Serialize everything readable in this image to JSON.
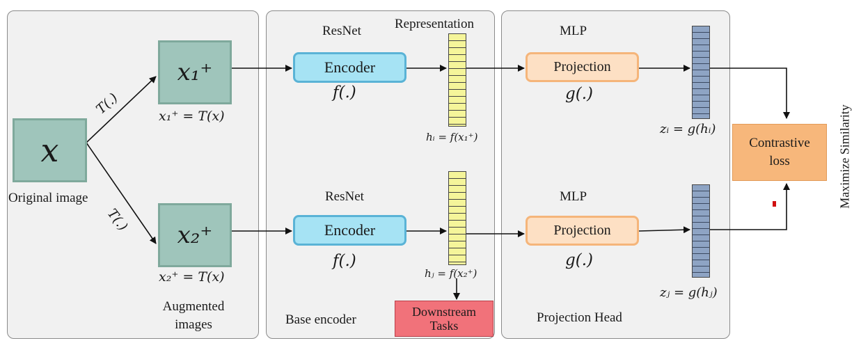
{
  "panels": {
    "input": {},
    "base_encoder": {
      "caption": "Base encoder"
    },
    "projection_head": {
      "caption": "Projection Head"
    }
  },
  "input": {
    "symbol": "x",
    "label": "Original image",
    "transform_top": "T(.)",
    "transform_bottom": "T(.)"
  },
  "augmented": {
    "top_symbol": "x₁⁺",
    "top_eq": "x₁⁺ = T(x)",
    "bottom_symbol": "x₂⁺",
    "bottom_eq": "x₂⁺ = T(x)",
    "caption_line1": "Augmented",
    "caption_line2": "images"
  },
  "encoder_top": {
    "title": "ResNet",
    "label": "Encoder",
    "func": "f(.)",
    "representation_title": "Representation",
    "rep_eq": "hᵢ = f(x₁⁺)"
  },
  "encoder_bottom": {
    "title": "ResNet",
    "label": "Encoder",
    "func": "f(.)",
    "rep_eq": "hⱼ = f(x₂⁺)"
  },
  "downstream": {
    "line1": "Downstream",
    "line2": "Tasks"
  },
  "projection_top": {
    "title": "MLP",
    "label": "Projection",
    "func": "g(.)",
    "z_eq": "zᵢ = g(hᵢ)"
  },
  "projection_bottom": {
    "title": "MLP",
    "label": "Projection",
    "func": "g(.)",
    "z_eq": "zⱼ = g(hⱼ)"
  },
  "loss": {
    "line1": "Contrastive",
    "line2": "loss"
  },
  "side_label": "Maximize Similarity",
  "colors": {
    "panel_bg": "#f1f1f1",
    "augment_fill": "#9fc5bb",
    "encoder_fill": "#a6e3f4",
    "projection_fill": "#fde0c4",
    "loss_fill": "#f7b77b",
    "downstream_fill": "#f1727a",
    "rep_vector_fill": "#f5f59a",
    "proj_vector_fill": "#8ea4c4"
  }
}
